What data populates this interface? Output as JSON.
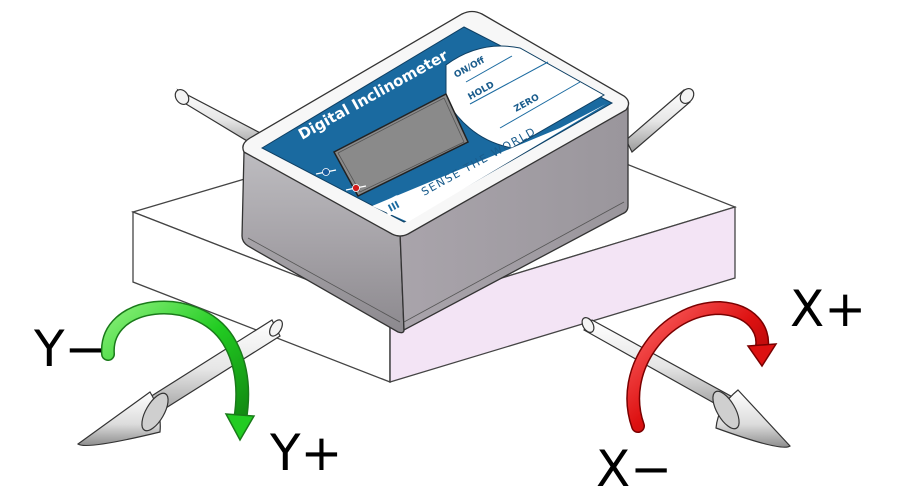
{
  "device": {
    "title": "Digital Inclinometer",
    "buttons": [
      {
        "label": "ON/Off"
      },
      {
        "label": "HOLD"
      },
      {
        "label": "ZERO"
      }
    ],
    "slogan": "SENSE THE WORLD",
    "logo_text": "III"
  },
  "axes": {
    "y_minus": "Y−",
    "y_plus": "Y+",
    "x_plus": "X+",
    "x_minus": "X−"
  },
  "colors": {
    "panel_blue": "#1a6aa0",
    "y_rotation_arrow": "#22cc22",
    "x_rotation_arrow": "#dd1111",
    "base_right_face": "#f3e4f5",
    "screen": "#8a8a8a",
    "body_side": "#a8a4aa"
  }
}
